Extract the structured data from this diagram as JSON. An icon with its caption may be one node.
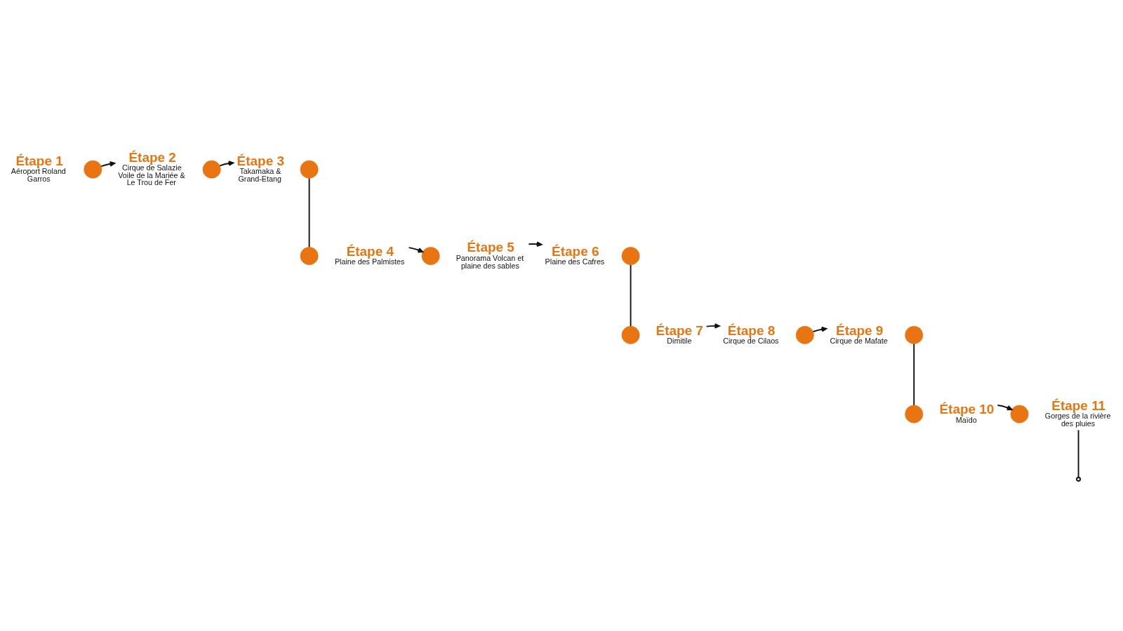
{
  "diagram": {
    "nodes": [
      {
        "text": [
          "Étape 1",
          "Aéroport Roland Garros"
        ]
      },
      {
        "text": [],
        "shape": "circle"
      },
      {
        "text": [
          "Étape 2",
          "Cirque de Salazie Voile de la Mariée & Le Trou de Fer"
        ]
      },
      {
        "text": [],
        "shape": "circle"
      },
      {
        "text": [
          "Étape 3",
          "Takamaka & Grand-Etang"
        ]
      },
      {
        "text": [],
        "shape": "circle"
      },
      {
        "text": [
          "Étape 4",
          "Plaine des Palmistes"
        ]
      },
      {
        "text": [],
        "shape": "circle"
      },
      {
        "text": [
          "Étape 5",
          "Panorama Volcan et plaine des sables"
        ]
      },
      {
        "text": [],
        "shape": "circle"
      },
      {
        "text": [
          "Étape 6",
          "Plaine des Cafres"
        ]
      },
      {
        "text": [],
        "shape": "circle"
      },
      {
        "text": [
          "Étape 7",
          "Dimitile"
        ]
      },
      {
        "text": [],
        "shape": "circle"
      },
      {
        "text": [
          "Étape 8",
          "Cirque de Cilaos"
        ]
      },
      {
        "text": [],
        "shape": "circle"
      },
      {
        "text": [
          "Étape 9",
          "Cirque de Mafate"
        ]
      },
      {
        "text": [],
        "shape": "circle"
      },
      {
        "text": [
          "Étape 10",
          "Maïdo"
        ]
      },
      {
        "text": [],
        "shape": "circle"
      },
      {
        "text": [
          "Étape 11",
          "Gorges de la rivière des pluies"
        ]
      },
      {
        "text": [],
        "shape": "circle"
      }
    ],
    "edges": [
      {
        "from": 1,
        "to": 2,
        "arrow": "to"
      },
      {
        "from": 3,
        "to": 4,
        "arrow": "to"
      },
      {
        "from": 5,
        "to": 7,
        "arrow": "none"
      },
      {
        "from": 6,
        "to": 9,
        "arrow": "to"
      },
      {
        "from": 8,
        "to": 10,
        "arrow": "to"
      },
      {
        "from": 11,
        "to": 13,
        "arrow": "none"
      },
      {
        "from": 12,
        "to": 14,
        "arrow": "to"
      },
      {
        "from": 15,
        "to": 16,
        "arrow": "to"
      },
      {
        "from": 17,
        "to": 19,
        "arrow": "none"
      },
      {
        "from": 18,
        "to": 21,
        "arrow": "to"
      },
      {
        "from": 20,
        "to": null,
        "arrow": "other"
      }
    ]
  }
}
